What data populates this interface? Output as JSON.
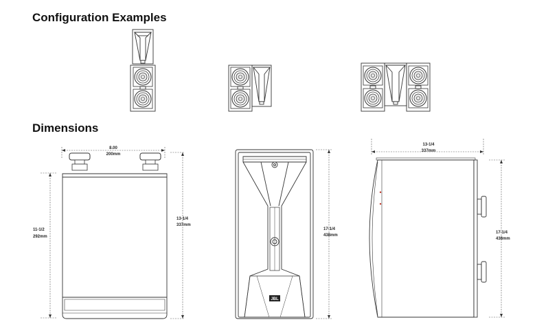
{
  "headings": {
    "configuration": "Configuration Examples",
    "dimensions": "Dimensions"
  },
  "dimensions": {
    "side_width": {
      "inches": "8.00",
      "mm": "200mm"
    },
    "side_height_body": {
      "inches": "11-1/2",
      "mm": "292mm"
    },
    "side_height_total": {
      "inches": "13-1/4",
      "mm": "337mm"
    },
    "front_height": {
      "inches": "17-1/4",
      "mm": "438mm"
    },
    "top_depth": {
      "inches": "13-1/4",
      "mm": "337mm"
    },
    "top_height": {
      "inches": "17-1/4",
      "mm": "438mm"
    }
  },
  "colors": {
    "line": "#333333",
    "accent": "#c0392b"
  },
  "logo": "JBL"
}
